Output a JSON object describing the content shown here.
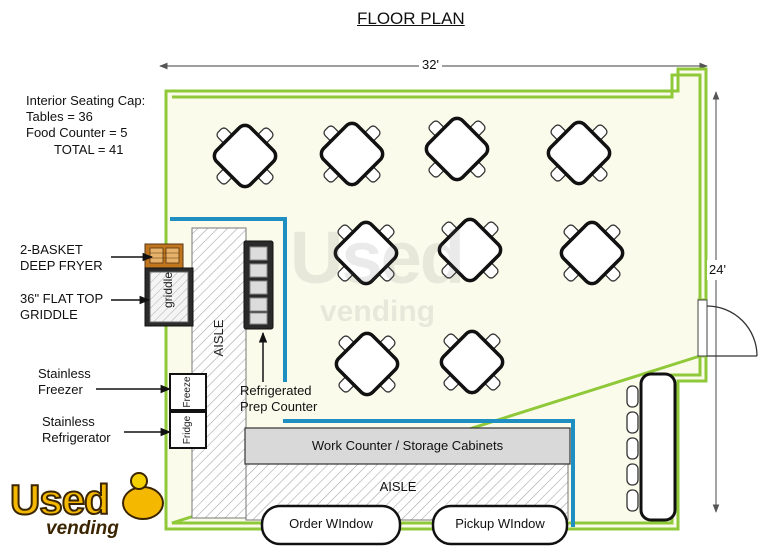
{
  "title": "FLOOR PLAN",
  "dimensions": {
    "width": "32'",
    "height": "24'"
  },
  "seating": {
    "heading": "Interior Seating Cap:",
    "tables": "Tables = 36",
    "food_counter": "Food Counter = 5",
    "total": "TOTAL = 41"
  },
  "labels": {
    "fryer_line1": "2-BASKET",
    "fryer_line2": "DEEP FRYER",
    "griddle_line1": "36\" FLAT TOP",
    "griddle_line2": "GRIDDLE",
    "freezer_line1": "Stainless",
    "freezer_line2": "Freezer",
    "fridge_line1": "Stainless",
    "fridge_line2": "Refrigerator",
    "prep_line1": "Refrigerated",
    "prep_line2": "Prep Counter"
  },
  "equipment": {
    "griddle_text": "griddle",
    "freezer_text": "Freeze",
    "fridge_text": "Fridge"
  },
  "aisle_vertical": "AISLE",
  "aisle_horizontal": "AISLE",
  "work_counter": "Work Counter / Storage Cabinets",
  "windows": {
    "order": "Order WIndow",
    "pickup": "Pickup WIndow"
  },
  "watermark": {
    "logo_top": "Used",
    "logo_bottom": "vending"
  },
  "colors": {
    "wall": "#8fc93a",
    "floor": "#fbfbec",
    "counter_edge": "#1e8fc0",
    "hatch": "#9a9a9a"
  }
}
